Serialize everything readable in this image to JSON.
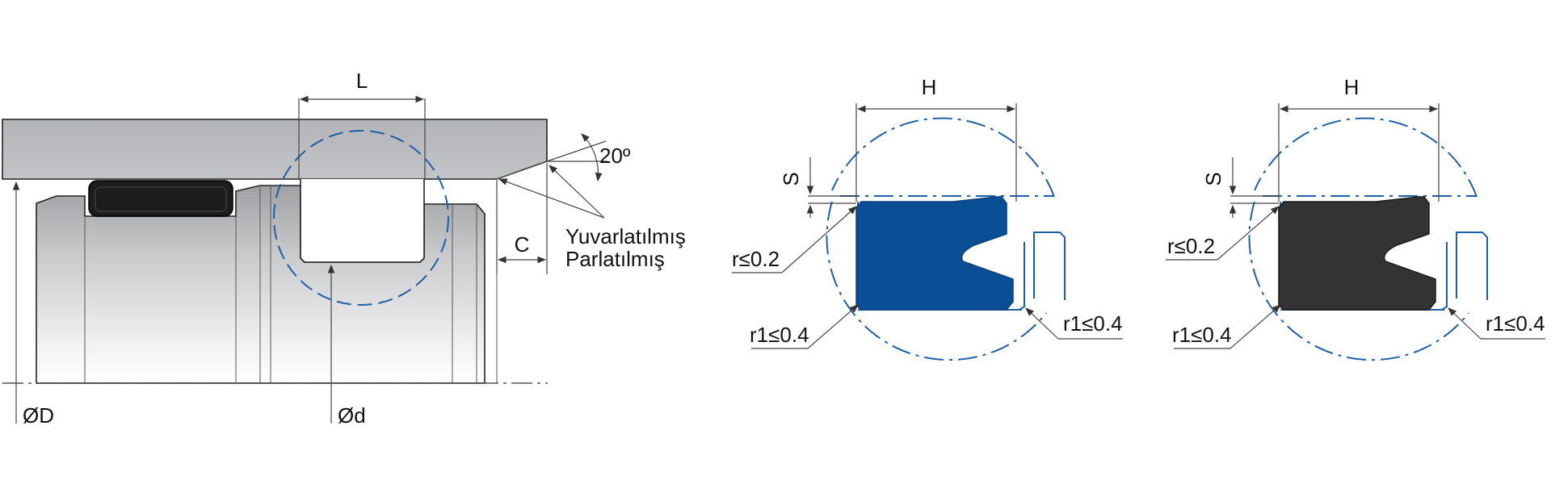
{
  "labels": {
    "housing": {
      "L": "L",
      "C": "C",
      "angle": "20º",
      "finish_line1": "Yuvarlatılmış",
      "finish_line2": "Parlatılmış",
      "D": "ØD",
      "d": "Ød"
    },
    "detail_blue": {
      "H": "H",
      "S": "S",
      "r": "r≤0.2",
      "r1_left": "r1≤0.4",
      "r1_right": "r1≤0.4"
    },
    "detail_black": {
      "H": "H",
      "S": "S",
      "r": "r≤0.2",
      "r1_left": "r1≤0.4",
      "r1_right": "r1≤0.4"
    }
  },
  "colors": {
    "blue_seal": "#0a4f96",
    "black_seal": "#333333",
    "detail_circle": "#1f5fa8",
    "housing_fill": "#b8b9bc"
  }
}
